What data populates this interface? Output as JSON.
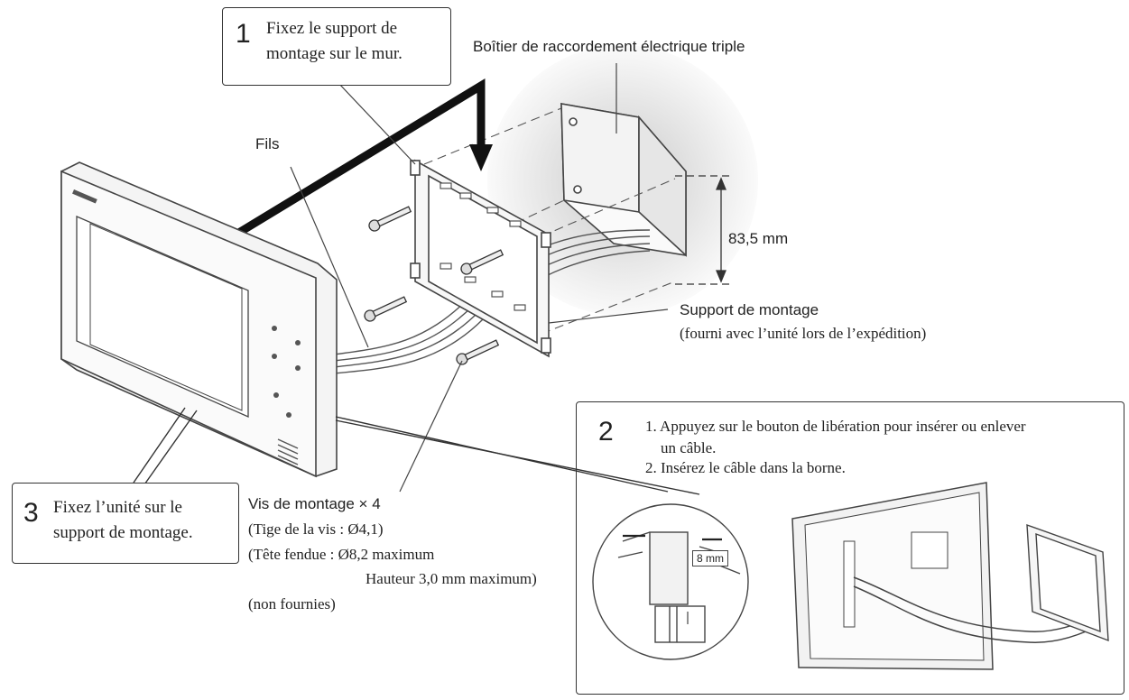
{
  "step1": {
    "number": "1",
    "line1": "Fixez le support de",
    "line2": "montage sur le mur."
  },
  "step2": {
    "number": "2",
    "instr1_line1": "1. Appuyez sur le bouton de libération pour insérer ou enlever",
    "instr1_line2": "un câble.",
    "instr2": "2. Insérez le câble dans la borne.",
    "wire_length": "8 mm"
  },
  "step3": {
    "number": "3",
    "line1": "Fixez l’unité sur le",
    "line2": "support de montage."
  },
  "labels": {
    "box": "Boîtier de raccordement électrique triple",
    "wires": "Fils",
    "dimension": "83,5 mm",
    "bracket": "Support de montage",
    "bracket_note": "(fourni avec l’unité lors de l’expédition)",
    "screws": "Vis de montage × 4",
    "screw_shaft": "(Tige de la vis : Ø4,1)",
    "screw_head": "(Tête fendue : Ø8,2 maximum",
    "screw_height": "Hauteur 3,0 mm maximum)",
    "not_supplied": "(non fournies)"
  },
  "icons": [
    "monitor-unit",
    "mounting-bracket",
    "electrical-box",
    "screw-icon",
    "arrow-down-icon",
    "release-button-detail"
  ]
}
